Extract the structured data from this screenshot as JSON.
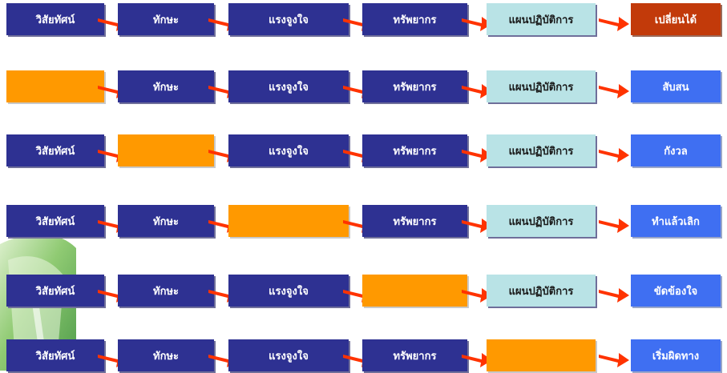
{
  "labels": {
    "vision": "วิสัยทัศน์",
    "skills": "ทักษะ",
    "motivation": "แรงจูงใจ",
    "resources": "ทรัพยากร",
    "action_plan": "แผนปฏิบัติการ"
  },
  "results": [
    "เปลี่ยนได้",
    "สับสน",
    "กังวล",
    "ทำแล้วเลิก",
    "ขัดข้องใจ",
    "เริ่มผิดทาง"
  ],
  "colors": {
    "step": "#2e3192",
    "action_plan": "#b9e3e6",
    "missing": "#ff9900",
    "result_change": "#c23a0a",
    "result_other": "#3f6ff2",
    "arrow": "#ff3300"
  }
}
